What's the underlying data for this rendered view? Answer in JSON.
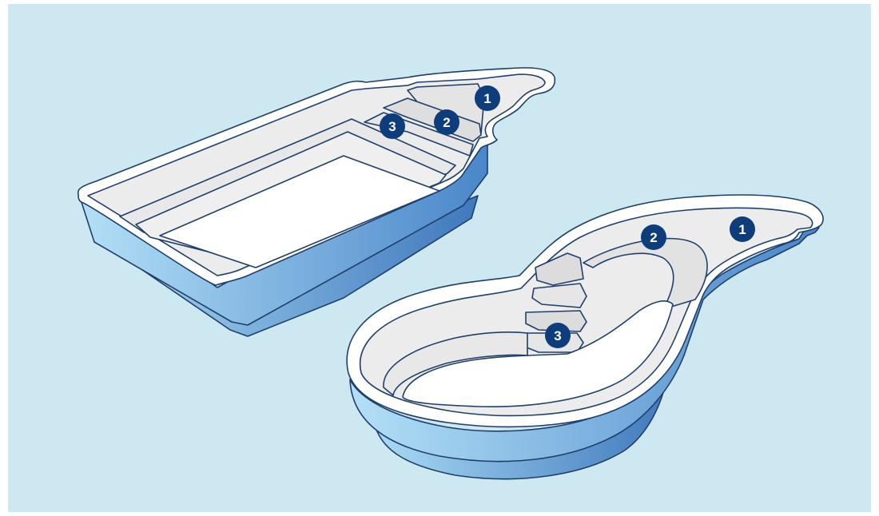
{
  "colors": {
    "background": "#cde8f0",
    "shell_light": "#a8d8f3",
    "shell_dark": "#4a86c9",
    "rim": "#ffffff",
    "interior": "#ececec",
    "floor": "#ffffff",
    "outline": "#1f3f6a",
    "badge": "#0e3d7c",
    "badge_text": "#ffffff"
  },
  "pools": [
    {
      "name": "rectangular-pool",
      "labels": [
        "1",
        "2",
        "3"
      ]
    },
    {
      "name": "freeform-pool",
      "labels": [
        "1",
        "2",
        "3"
      ]
    }
  ]
}
